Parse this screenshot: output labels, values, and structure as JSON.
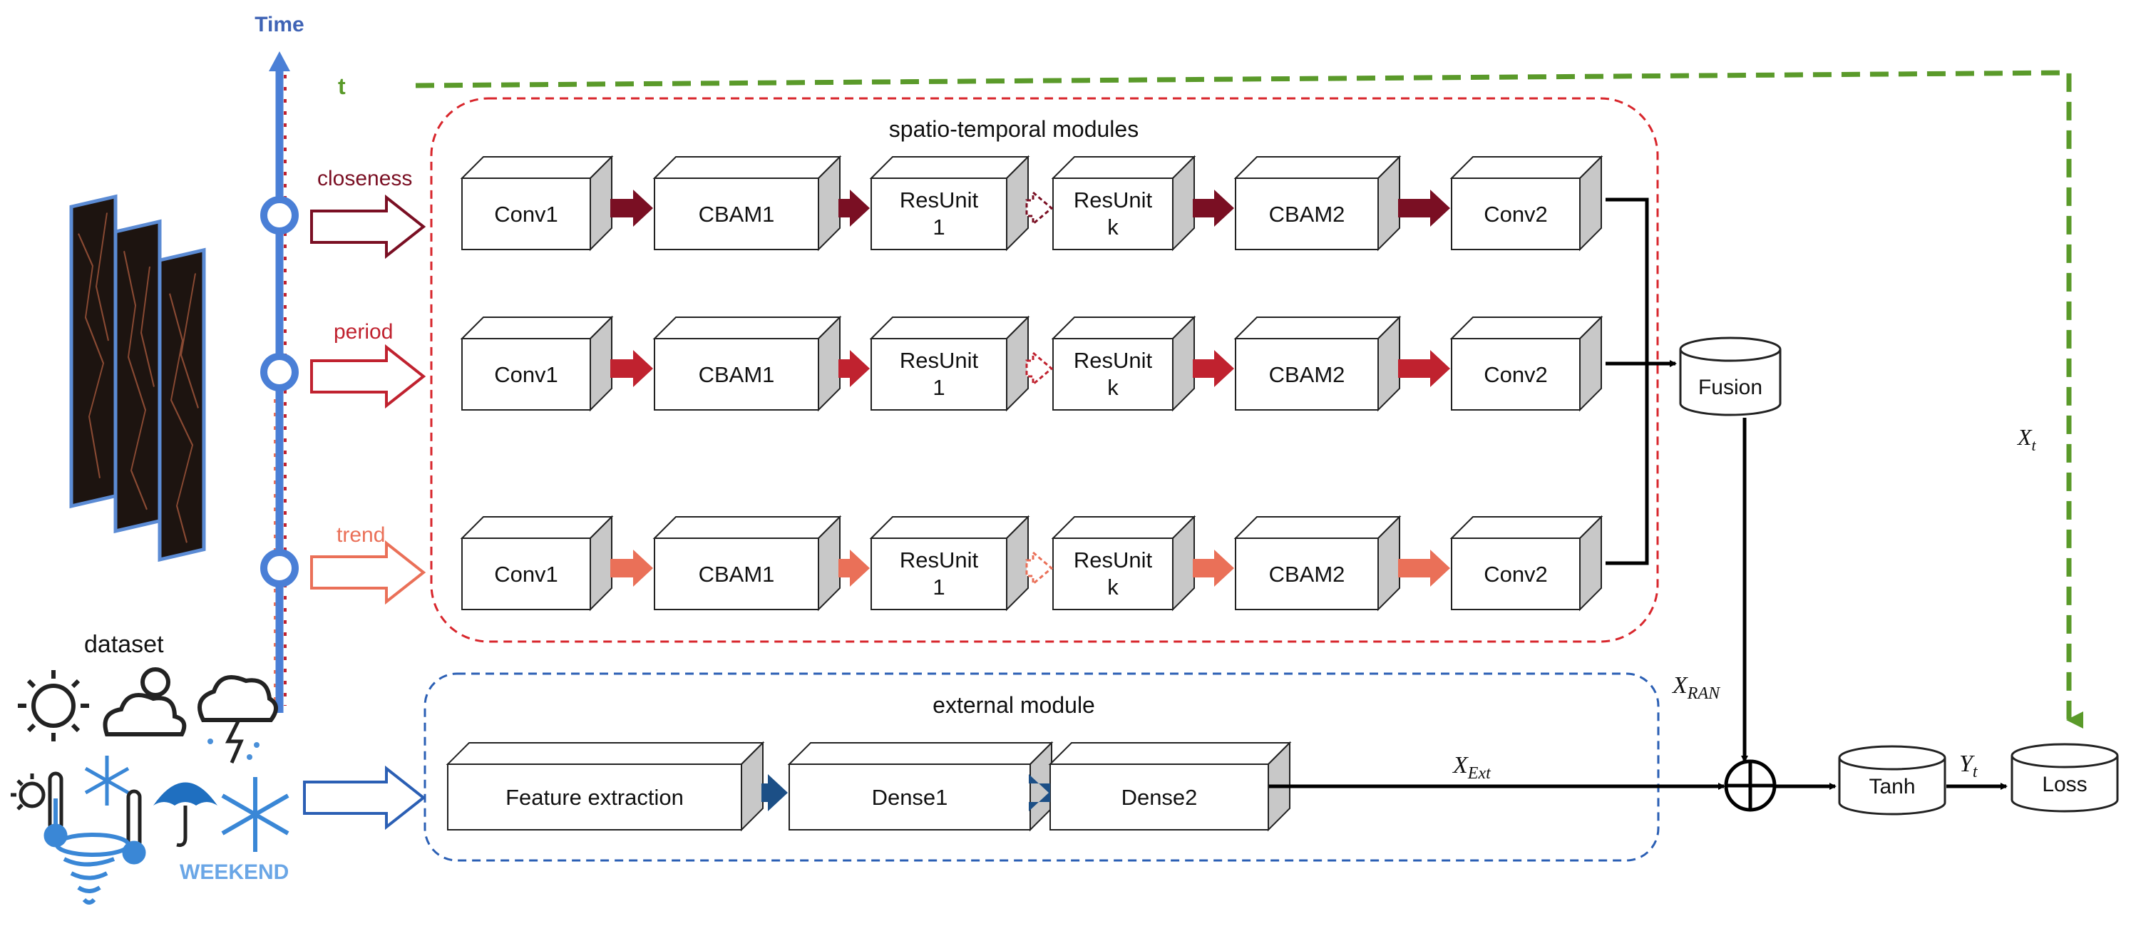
{
  "timeline": {
    "label": "Time",
    "t_label": "t",
    "stream_labels": [
      "closeness",
      "period",
      "trend"
    ]
  },
  "dataset": {
    "label": "dataset",
    "weekend_label": "WEEKEND"
  },
  "spatio_temporal": {
    "title": "spatio-temporal modules",
    "rows": [
      {
        "name": "closeness",
        "blocks": [
          "Conv1",
          "CBAM1",
          "ResUnit 1",
          "ResUnit k",
          "CBAM2",
          "Conv2"
        ]
      },
      {
        "name": "period",
        "blocks": [
          "Conv1",
          "CBAM1",
          "ResUnit 1",
          "ResUnit k",
          "CBAM2",
          "Conv2"
        ]
      },
      {
        "name": "trend",
        "blocks": [
          "Conv1",
          "CBAM1",
          "ResUnit 1",
          "ResUnit k",
          "CBAM2",
          "Conv2"
        ]
      }
    ]
  },
  "external": {
    "title": "external module",
    "blocks": [
      "Feature extraction",
      "Dense1",
      "Dense2"
    ]
  },
  "nodes": {
    "fusion": "Fusion",
    "tanh": "Tanh",
    "loss": "Loss"
  },
  "symbols": {
    "x_ran": {
      "base": "X",
      "sub": "RAN"
    },
    "x_ext": {
      "base": "X",
      "sub": "Ext"
    },
    "x_t": {
      "base": "X",
      "sub": "t"
    },
    "y_t": {
      "base": "Y",
      "sub": "t"
    }
  },
  "colors": {
    "closeness": "#7a0f23",
    "period": "#c0222f",
    "trend": "#ea7058",
    "external": "#1c4f86",
    "timeline": "#4a7fd6",
    "green_dash": "#5a9a2a",
    "st_border": "#d8262c",
    "ext_border": "#2b5fb4"
  }
}
